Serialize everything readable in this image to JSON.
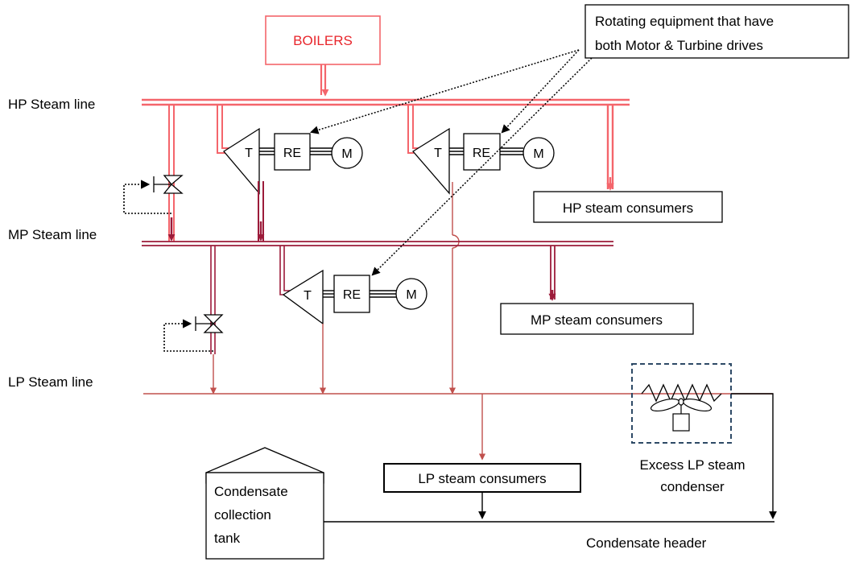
{
  "labels": {
    "boilers": "BOILERS",
    "hp_line": "HP Steam line",
    "mp_line": "MP Steam line",
    "lp_line": "LP Steam line",
    "callout_line1": "Rotating equipment that have",
    "callout_line2": "both Motor & Turbine drives",
    "hp_consumers": "HP steam consumers",
    "mp_consumers": "MP steam consumers",
    "lp_consumers": "LP steam consumers",
    "condenser_line1": "Excess LP steam",
    "condenser_line2": "condenser",
    "tank_line1": "Condensate",
    "tank_line2": "collection",
    "tank_line3": "tank",
    "condensate_header": "Condensate header",
    "turbine": "T",
    "rotating_equipment": "RE",
    "motor": "M"
  },
  "colors": {
    "hp": "#f4656b",
    "mp": "#9c1b3a",
    "lp": "#c0504d",
    "boiler_text": "#e8252b",
    "condenser_box": "#2e4a66",
    "black": "#000000"
  }
}
